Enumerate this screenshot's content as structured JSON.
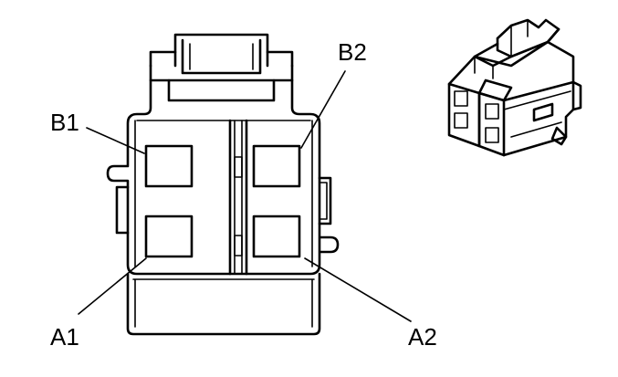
{
  "labels": {
    "b1": "B1",
    "b2": "B2",
    "a1": "A1",
    "a2": "A2"
  },
  "colors": {
    "background": "#ffffff",
    "line": "#000000"
  }
}
